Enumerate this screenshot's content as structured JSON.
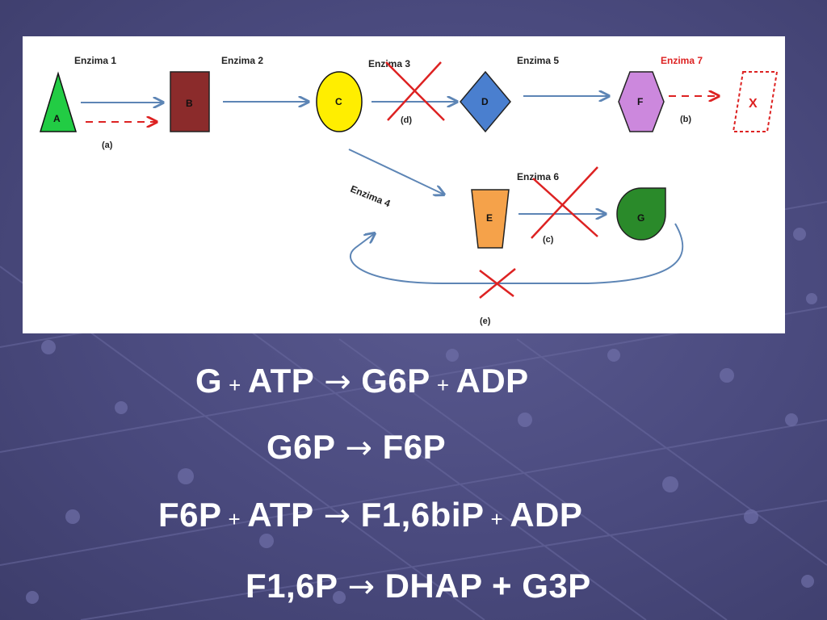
{
  "diagram": {
    "nodes": {
      "a": "A",
      "b": "B",
      "c": "C",
      "d": "D",
      "e": "E",
      "f": "F",
      "g": "G",
      "x": "X"
    },
    "enzymes": {
      "e1": "Enzima 1",
      "e2": "Enzima 2",
      "e3": "Enzima 3",
      "e4": "Enzima 4",
      "e5": "Enzima 5",
      "e6": "Enzima 6",
      "e7": "Enzima 7"
    },
    "tags": {
      "a": "(a)",
      "b": "(b)",
      "c": "(c)",
      "d": "(d)",
      "e": "(e)"
    },
    "colors": {
      "triangle": "#22cc44",
      "rectangle": "#8b2b2b",
      "circle": "#ffee00",
      "diamond": "#4a7fcf",
      "hexagon": "#cc88dd",
      "trapezoid": "#f5a24a",
      "drop": "#2a8a2a",
      "arrow": "#5d85b5",
      "red": "#dd2222"
    }
  },
  "equations": [
    {
      "parts": [
        "G",
        "+",
        "ATP",
        "→",
        "G6P",
        "+",
        "ADP"
      ]
    },
    {
      "parts": [
        "G6P",
        "→",
        "F6P"
      ]
    },
    {
      "parts": [
        "F6P",
        "+",
        "ATP",
        "→",
        "F1,6biP",
        "+",
        "ADP"
      ]
    },
    {
      "parts": [
        "F1,6P",
        "→",
        "DHAP + G3P"
      ]
    }
  ]
}
